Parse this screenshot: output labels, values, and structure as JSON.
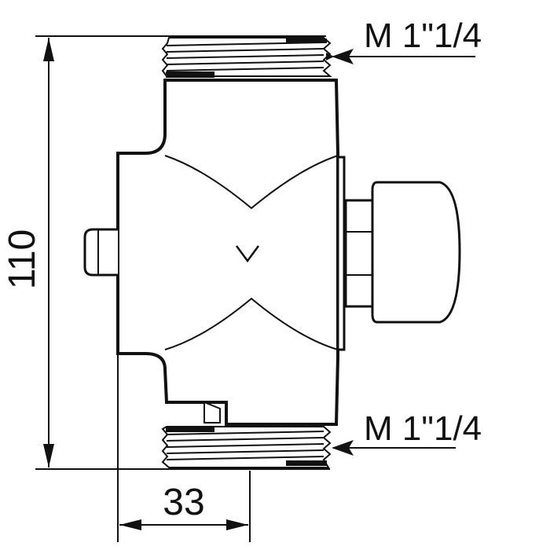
{
  "dimensions": {
    "height_label": "110",
    "width_label": "33"
  },
  "threads": {
    "top_label": "M 1\"1/4",
    "bottom_label": "M 1\"1/4"
  },
  "colors": {
    "line": "#111111",
    "background": "#ffffff"
  }
}
